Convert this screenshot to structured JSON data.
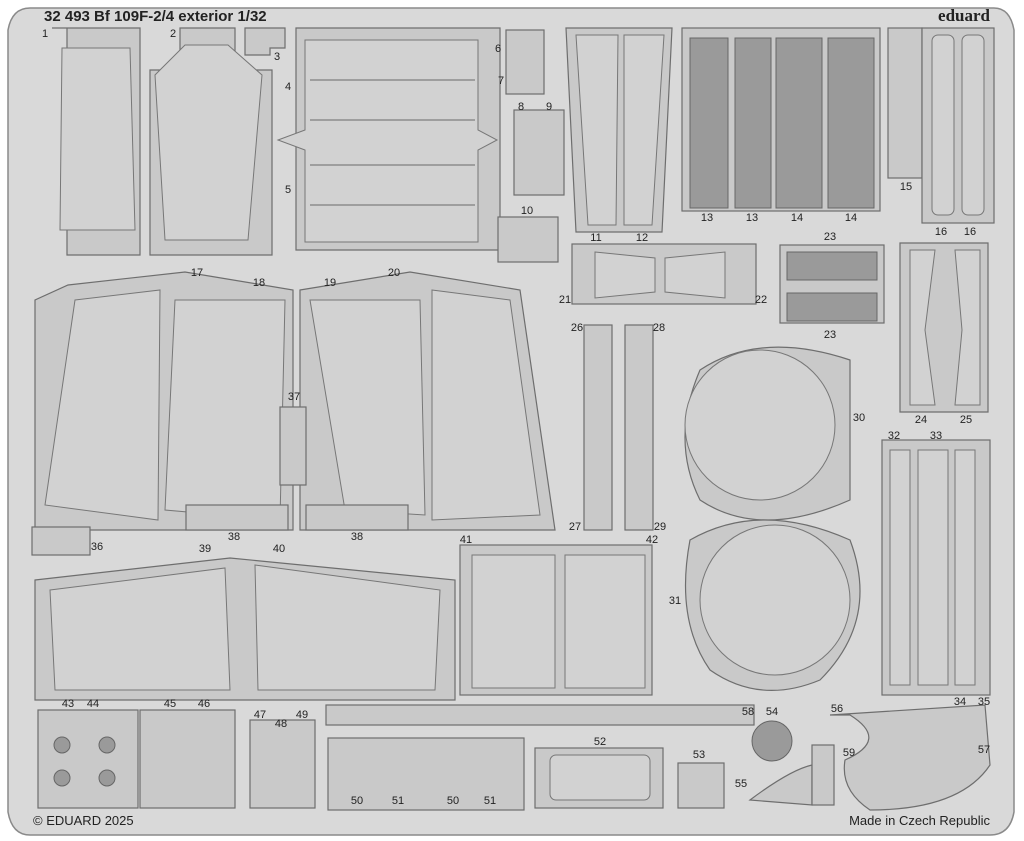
{
  "header": {
    "title": "32 493  Bf 109F-2/4 exterior 1/32",
    "brand": "eduard"
  },
  "footer": {
    "copyright": "© EDUARD 2025",
    "origin": "Made in Czech Republic"
  },
  "part_labels": [
    "1",
    "2",
    "3",
    "4",
    "5",
    "6",
    "7",
    "8",
    "9",
    "10",
    "11",
    "12",
    "13",
    "13",
    "14",
    "14",
    "15",
    "16",
    "16",
    "17",
    "18",
    "19",
    "20",
    "21",
    "22",
    "23",
    "23",
    "24",
    "25",
    "26",
    "28",
    "27",
    "29",
    "30",
    "31",
    "32",
    "33",
    "34",
    "35",
    "36",
    "37",
    "38",
    "38",
    "39",
    "40",
    "41",
    "42",
    "43",
    "44",
    "45",
    "46",
    "47",
    "48",
    "49",
    "50",
    "51",
    "50",
    "51",
    "52",
    "53",
    "54",
    "55",
    "56",
    "57",
    "58",
    "59"
  ]
}
